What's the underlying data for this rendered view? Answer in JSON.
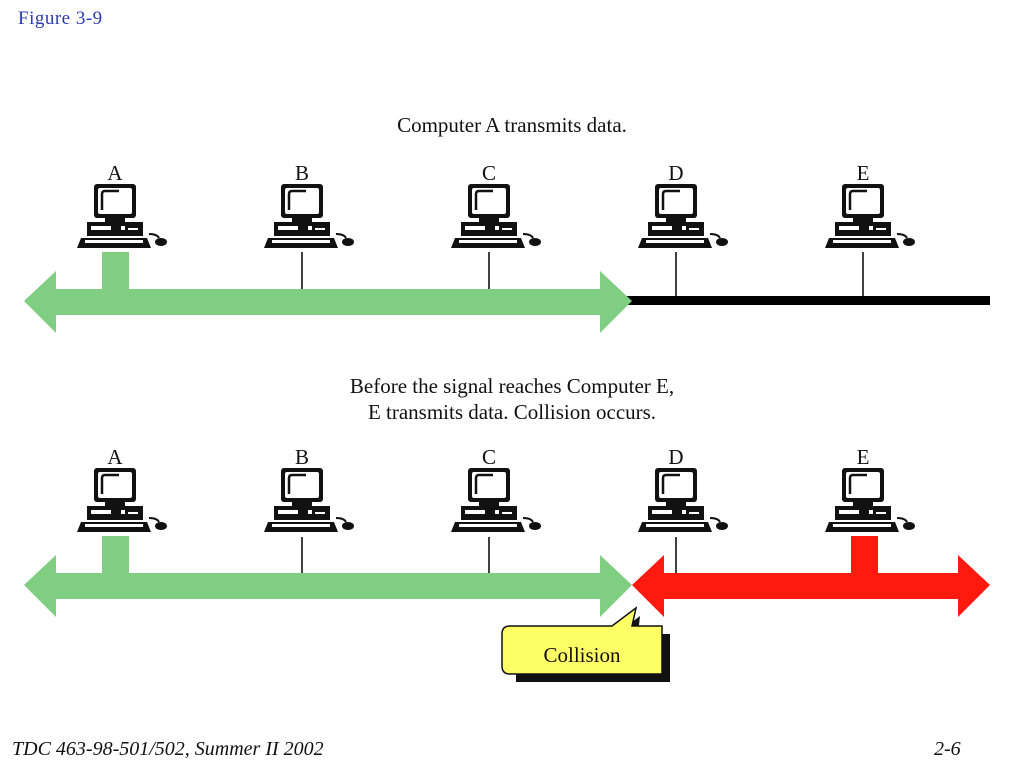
{
  "figure_label": "Figure  3-9",
  "panel1": {
    "caption": "Computer A transmits data.",
    "computers": [
      "A",
      "B",
      "C",
      "D",
      "E"
    ]
  },
  "panel2": {
    "caption_line1": "Before the signal reaches Computer E,",
    "caption_line2": "E transmits data. Collision occurs.",
    "computers": [
      "A",
      "B",
      "C",
      "D",
      "E"
    ],
    "callout": "Collision"
  },
  "footer": {
    "course": "TDC 463-98-501/502, Summer II 2002",
    "page": "2-6"
  },
  "colors": {
    "signal_a": "#7fce82",
    "signal_e": "#ff1a10",
    "cable": "#000000",
    "callout_fill": "#ffff66"
  },
  "icons": [
    "computer-icon"
  ]
}
